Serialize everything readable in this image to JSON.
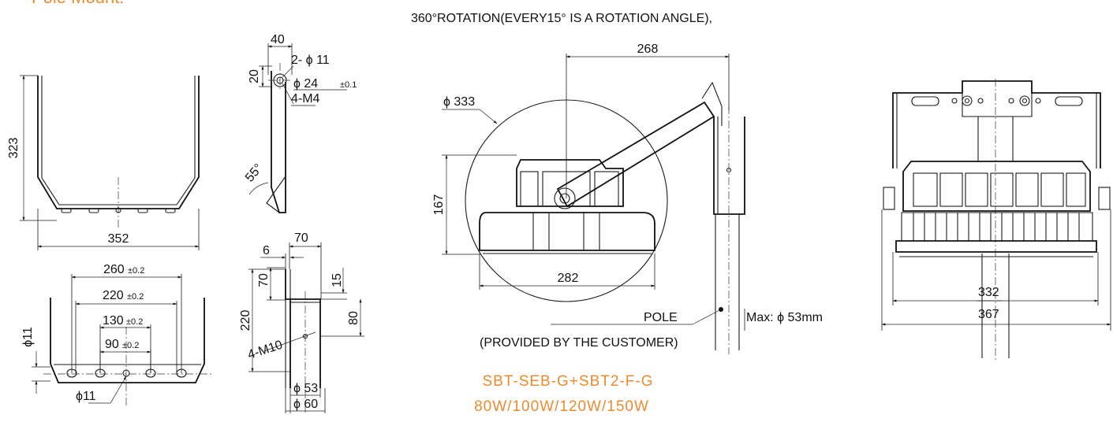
{
  "header": {
    "title": "Pole Mount:",
    "note": "360°ROTATION(EVERY15° IS A ROTATION ANGLE),"
  },
  "bracket_front": {
    "height": "323",
    "width": "352"
  },
  "bracket_bottom": {
    "d1": "260",
    "t1": "±0.2",
    "d2": "220",
    "t2": "±0.2",
    "d3": "130",
    "t3": "±0.2",
    "d4": "90",
    "t4": "±0.2",
    "side_hole": "ϕ11",
    "bottom_hole": "ϕ11"
  },
  "bracket_side": {
    "width": "40",
    "offset": "20",
    "holes": "2- ϕ 11",
    "dia": "ϕ 24",
    "dia_tol": "±0.1",
    "thread": "4-M4",
    "angle": "55°"
  },
  "clamp": {
    "w": "70",
    "t": "6",
    "h1": "70",
    "h2": "15",
    "h3": "80",
    "total": "220",
    "bolt": "4-M10",
    "inner": "ϕ 53",
    "outer": "ϕ 60"
  },
  "side_view": {
    "reach": "268",
    "swing": "ϕ 333",
    "height": "167",
    "width": "282",
    "pole_label": "POLE",
    "pole_note": "(PROVIDED BY THE CUSTOMER)",
    "pole_max": "Max: ϕ 53mm"
  },
  "front_view": {
    "w1": "332",
    "w2": "367"
  },
  "product": {
    "model": "SBT-SEB-G+SBT2-F-G",
    "wattage": "80W/100W/120W/150W"
  },
  "colors": {
    "accent": "#ee8a2c",
    "line": "#1a1a1a"
  }
}
